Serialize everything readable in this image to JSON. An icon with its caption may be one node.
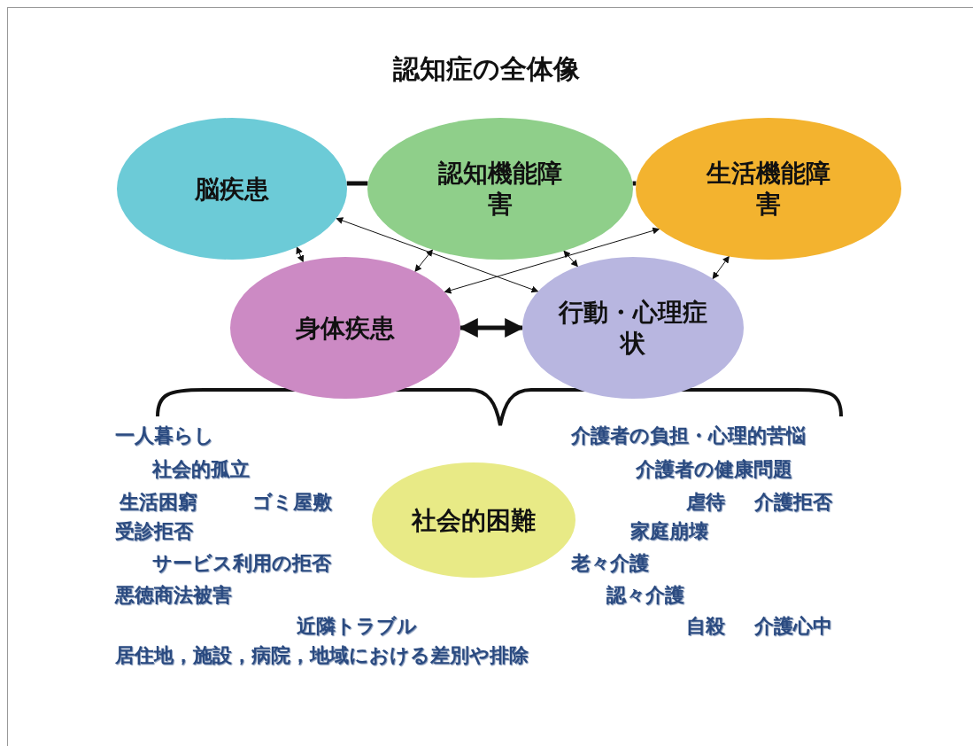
{
  "diagram": {
    "title": "認知症の全体像",
    "nodes": [
      {
        "text": [
          "脳疾患"
        ]
      },
      {
        "text": [
          "認知機能障害"
        ]
      },
      {
        "text": [
          "生活機能障害"
        ]
      },
      {
        "text": [
          "身体疾患"
        ]
      },
      {
        "text": [
          "行動・心理症状"
        ]
      },
      {
        "text": [
          "社会的困難"
        ]
      }
    ],
    "edges": [
      {
        "from": 0,
        "to": 1,
        "arrow": "none",
        "style": "thick"
      },
      {
        "from": 1,
        "to": 2,
        "arrow": "none",
        "style": "thick"
      },
      {
        "from": 0,
        "to": 3,
        "arrow": "both"
      },
      {
        "from": 1,
        "to": 3,
        "arrow": "both"
      },
      {
        "from": 1,
        "to": 4,
        "arrow": "both"
      },
      {
        "from": 2,
        "to": 4,
        "arrow": "both"
      },
      {
        "from": 0,
        "to": 4,
        "arrow": "both"
      },
      {
        "from": 2,
        "to": 3,
        "arrow": "both"
      },
      {
        "from": 3,
        "to": 4,
        "arrow": "both",
        "style": "thick"
      }
    ],
    "labels": [
      "一人暮らし",
      "社会的孤立",
      "生活困窮",
      "ゴミ屋敷",
      "受診拒否",
      "サービス利用の拒否",
      "悪徳商法被害",
      "近隣トラブル",
      "居住地，施設，病院，地域における差別や排除",
      "介護者の負担・心理的苦悩",
      "介護者の健康問題",
      "虐待",
      "介護拒否",
      "家庭崩壊",
      "老々介護",
      "認々介護",
      "自殺",
      "介護心中"
    ]
  }
}
